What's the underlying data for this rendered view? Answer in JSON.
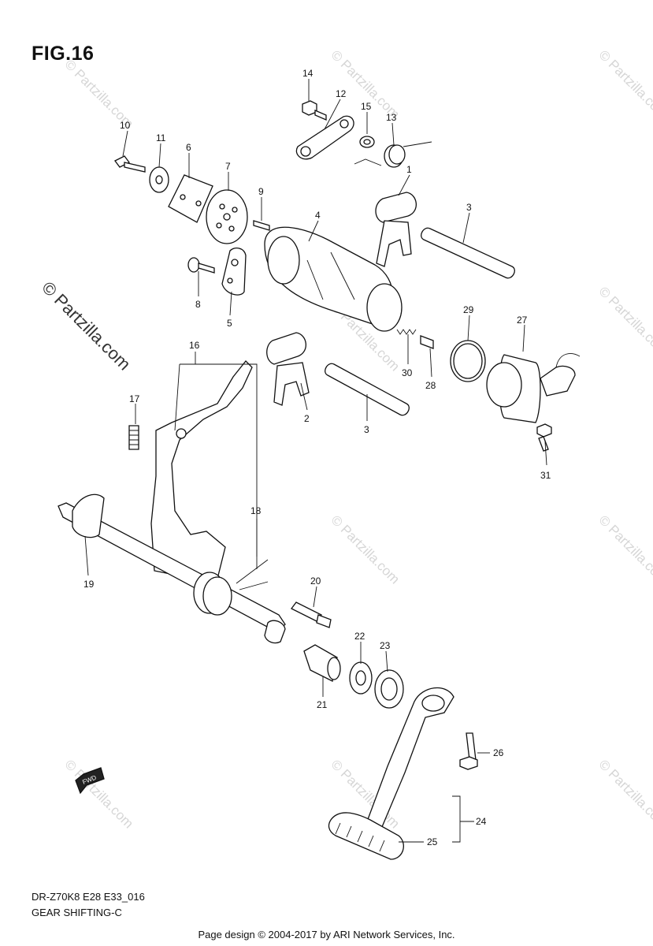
{
  "figure": {
    "title": "FIG.16",
    "model_code": "DR-Z70K8 E28 E33_016",
    "section_name": "GEAR SHIFTING-C",
    "copyright": "Page design © 2004-2017 by ARI Network Services, Inc.",
    "watermark": "© Partzilla.com",
    "side_watermark": "© Partzilla.com",
    "fwd_label": "FWD"
  },
  "callouts": [
    {
      "id": "1",
      "label": "1"
    },
    {
      "id": "2",
      "label": "2"
    },
    {
      "id": "3a",
      "label": "3"
    },
    {
      "id": "3b",
      "label": "3"
    },
    {
      "id": "4",
      "label": "4"
    },
    {
      "id": "5",
      "label": "5"
    },
    {
      "id": "6",
      "label": "6"
    },
    {
      "id": "7",
      "label": "7"
    },
    {
      "id": "8",
      "label": "8"
    },
    {
      "id": "9",
      "label": "9"
    },
    {
      "id": "10",
      "label": "10"
    },
    {
      "id": "11",
      "label": "11"
    },
    {
      "id": "12",
      "label": "12"
    },
    {
      "id": "13",
      "label": "13"
    },
    {
      "id": "14",
      "label": "14"
    },
    {
      "id": "15",
      "label": "15"
    },
    {
      "id": "16",
      "label": "16"
    },
    {
      "id": "17",
      "label": "17"
    },
    {
      "id": "18",
      "label": "18"
    },
    {
      "id": "19",
      "label": "19"
    },
    {
      "id": "20",
      "label": "20"
    },
    {
      "id": "21",
      "label": "21"
    },
    {
      "id": "22",
      "label": "22"
    },
    {
      "id": "23",
      "label": "23"
    },
    {
      "id": "24",
      "label": "24"
    },
    {
      "id": "25",
      "label": "25"
    },
    {
      "id": "26",
      "label": "26"
    },
    {
      "id": "27",
      "label": "27"
    },
    {
      "id": "28",
      "label": "28"
    },
    {
      "id": "29",
      "label": "29"
    },
    {
      "id": "30",
      "label": "30"
    },
    {
      "id": "31",
      "label": "31"
    }
  ]
}
